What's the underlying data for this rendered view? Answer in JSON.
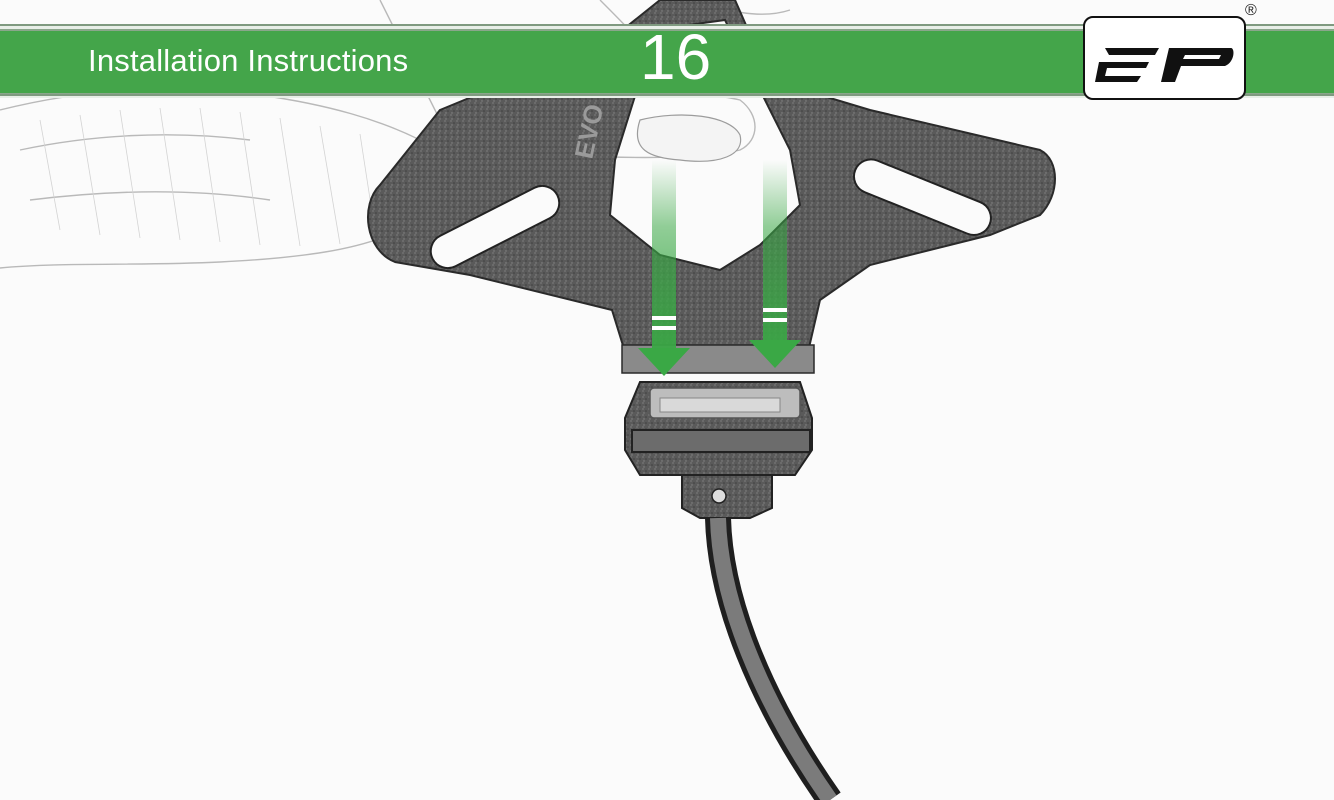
{
  "header": {
    "title": "Installation Instructions",
    "page_number": "16",
    "registered_mark": "®",
    "accent_color": "#44a54a"
  },
  "photo": {
    "subject": "hand-installing-bracket-onto-device",
    "bracket_text": "EVO",
    "arrow_color": "#3aa845",
    "arrow_count": 2
  },
  "logo": {
    "icon": "ep-logo"
  }
}
